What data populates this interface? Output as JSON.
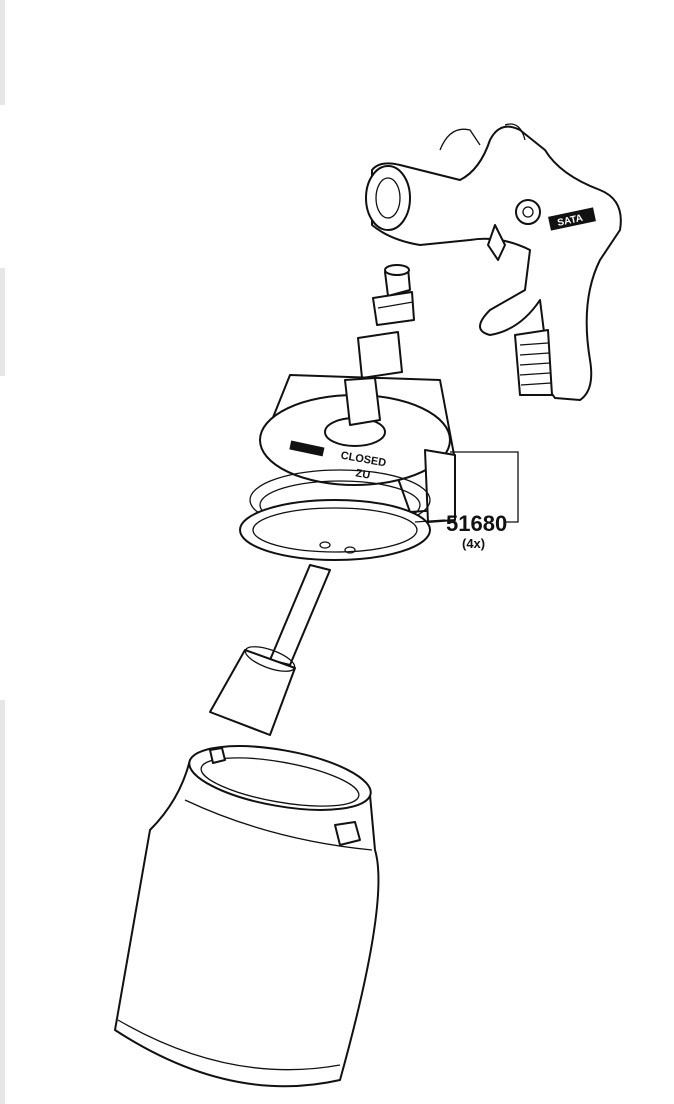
{
  "diagram": {
    "callout": {
      "part_number": "51680",
      "quantity": "(4x)"
    },
    "lid_labels": {
      "closed": "CLOSED",
      "zu": "ZU"
    },
    "gun_logo": "SATA",
    "colors": {
      "line": "#111111",
      "background": "#ffffff"
    }
  }
}
